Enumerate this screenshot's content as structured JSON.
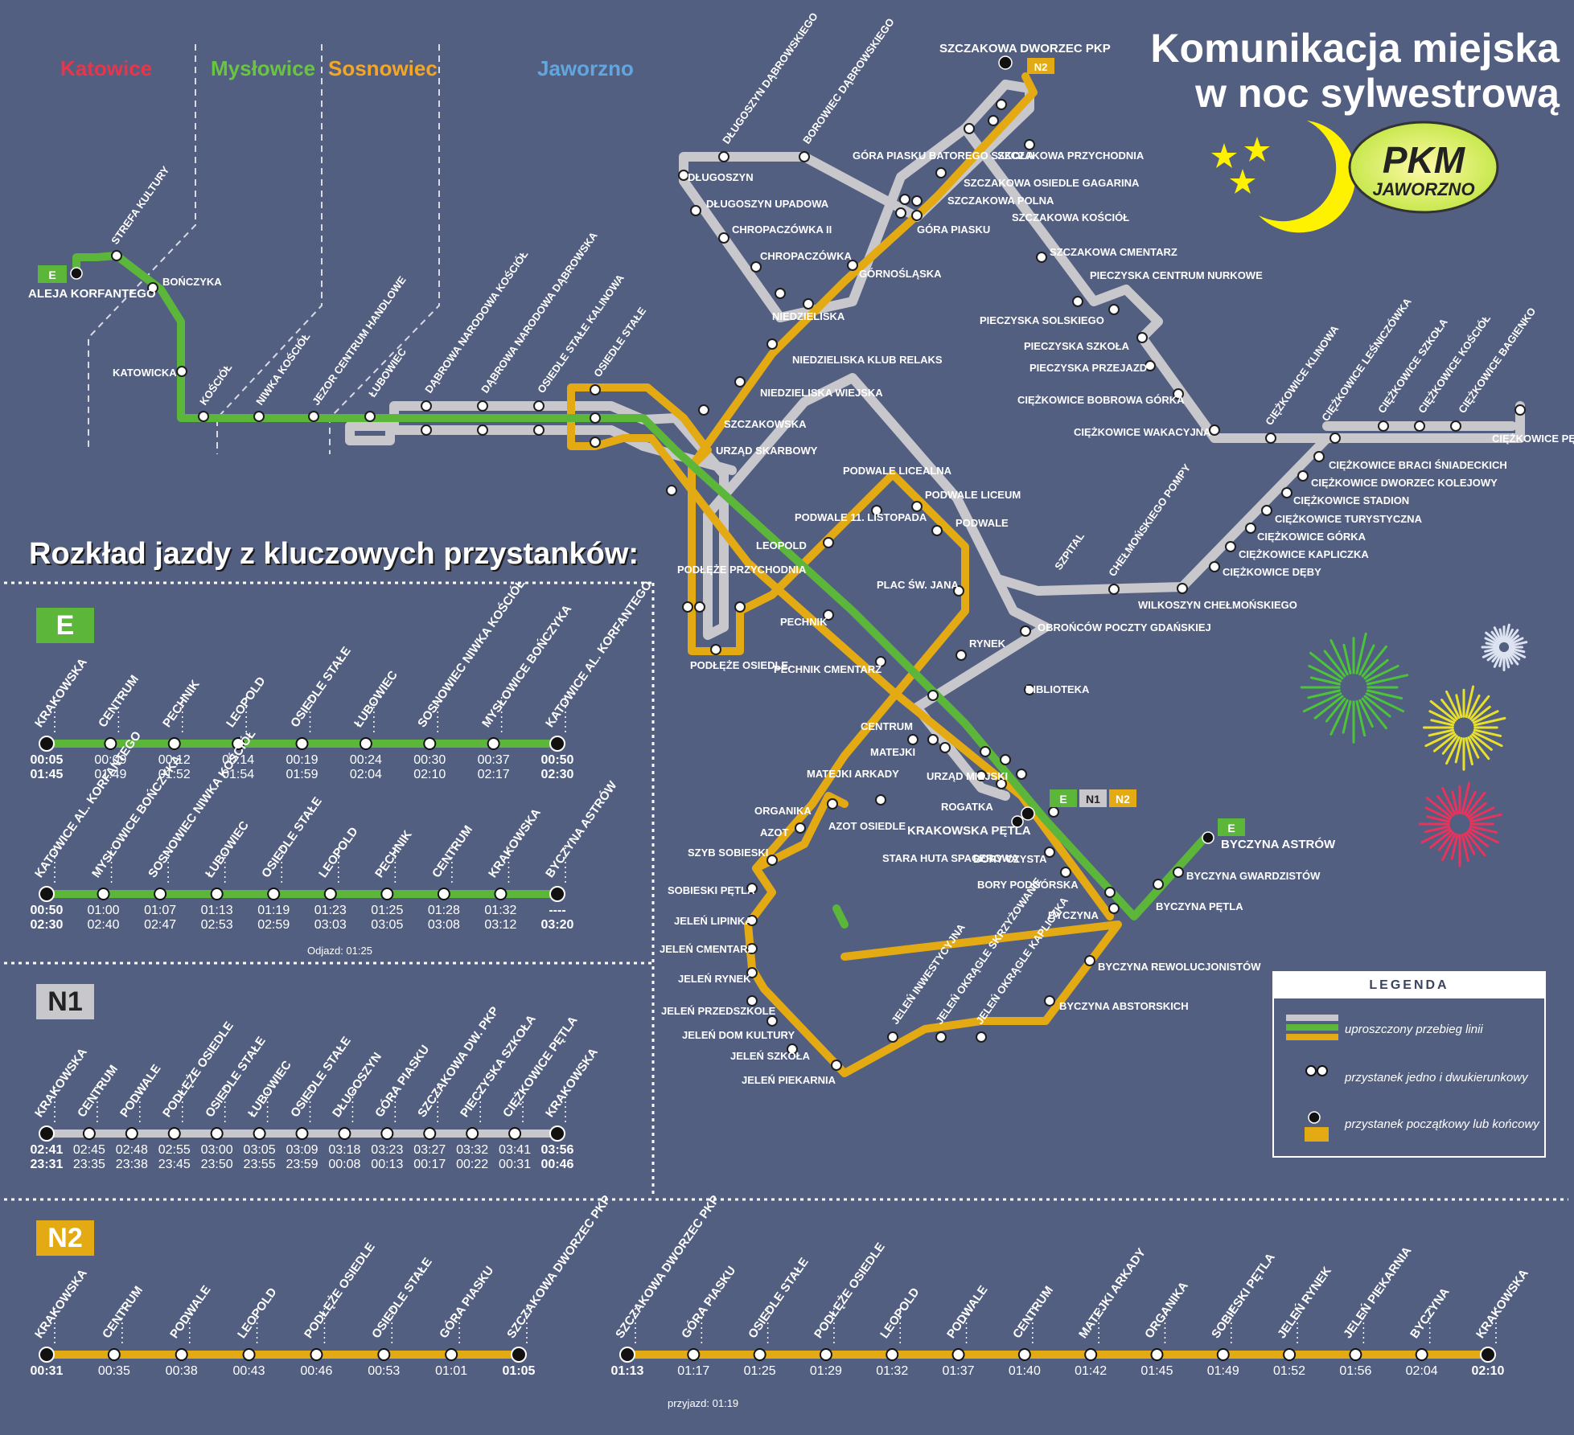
{
  "title": {
    "line1": "Komunikacja miejska",
    "line2": "w noc sylwestrową"
  },
  "logo": {
    "top": "PKM",
    "bottom": "JAWORZNO"
  },
  "cities": [
    {
      "name": "Katowice",
      "color": "#e8354a"
    },
    {
      "name": "Mysłowice",
      "color": "#69c442"
    },
    {
      "name": "Sosnowiec",
      "color": "#f5a623"
    },
    {
      "name": "Jaworzno",
      "color": "#62a6e0"
    }
  ],
  "colors": {
    "E": "#5cb63a",
    "N1": "#c8c8cc",
    "N2": "#e3aa13",
    "background": "#535f80"
  },
  "map_labels": {
    "terminal_e_start": "ALEJA KORFANTEGO",
    "strefa": "STREFA KULTURY",
    "bonczyka": "BOŃCZYKA",
    "katowicka": "KATOWICKA",
    "kosciol": "KOŚCIÓŁ",
    "niwka": "NIWKA KOŚCIÓŁ",
    "jezor": "JEZOR CENTRUM HANDLOWE",
    "lubowiec": "ŁUBOWIEC",
    "dnk": "DĄBROWA NARODOWA KOŚCIÓŁ",
    "dnd": "DĄBROWA NARODOWA DĄBROWSKA",
    "osk": "OSIEDLE STAŁE KALINOWA",
    "os": "OSIEDLE STAŁE",
    "szczakowa_pkp": "SZCZAKOWA DWORZEC PKP",
    "przychodnia": "SZCZAKOWA PRZYCHODNIA",
    "gagarina": "SZCZAKOWA OSIEDLE GAGARINA",
    "polna": "SZCZAKOWA POLNA",
    "szcz_kosciol": "SZCZAKOWA KOŚCIÓŁ",
    "cmentarz": "SZCZAKOWA CMENTARZ",
    "nurkowe": "PIECZYSKA CENTRUM NURKOWE",
    "solskiego": "PIECZYSKA SOLSKIEGO",
    "szkola": "PIECZYSKA SZKOŁA",
    "przejazd": "PIECZYSKA PRZEJAZD",
    "bobrowa": "CIĘŻKOWICE BOBROWA GÓRKA",
    "wakacyjna": "CIĘŻKOWICE WAKACYJNA",
    "klinowa": "CIĘŻKOWICE KLINOWA",
    "lesniczowka": "CIĘŻKOWICE LEŚNICZÓWKA",
    "c_szkola": "CIĘŻKOWICE SZKOŁA",
    "c_kosciol": "CIĘŻKOWICE KOŚCIÓŁ",
    "bagienko": "CIĘŻKOWICE BAGIENKO",
    "c_petla": "CIĘŻKOWICE PĘTLA",
    "braci": "CIĘŻKOWICE BRACI ŚNIADECKICH",
    "dworzec": "CIĘŻKOWICE DWORZEC KOLEJOWY",
    "stadion": "CIĘŻKOWICE STADION",
    "turystyczna": "CIĘŻKOWICE TURYSTYCZNA",
    "gorka": "CIĘŻKOWICE GÓRKA",
    "kapliczka": "CIĘŻKOWICE KAPLICZKA",
    "deby": "CIĘŻKOWICE DĘBY",
    "dlugoszyn_d": "DŁUGOSZYN DĄBROWSKIEGO",
    "borowiec": "BOROWIEC DĄBROWSKIEGO",
    "dlugoszyn": "DŁUGOSZYN",
    "upadowa": "DŁUGOSZYN UPADOWA",
    "chrop2": "CHROPACZÓWKA II",
    "chrop": "CHROPACZÓWKA",
    "gpb": "GÓRA PIASKU BATOREGO SZKOŁA",
    "gp": "GÓRA PIASKU",
    "gornoslaska": "GÓRNOŚLĄSKA",
    "niedzieliska": "NIEDZIELISKA",
    "relaks": "NIEDZIELISKA KLUB RELAKS",
    "wiejska": "NIEDZIELISKA WIEJSKA",
    "szczakowska": "SZCZAKOWSKA",
    "urzad_sk": "URZĄD SKARBOWY",
    "podwale_lic": "PODWALE LICEALNA",
    "podwale_liceum": "PODWALE LICEUM",
    "podwale": "PODWALE",
    "podwale11": "PODWALE 11. LISTOPADA",
    "leopold": "LEOPOLD",
    "podleze_p": "PODŁĘŻE PRZYCHODNIA",
    "podleze_o": "PODŁĘŻE OSIEDLE",
    "pechnik": "PECHNIK",
    "pechnik_c": "PECHNIK CMENTARZ",
    "plac": "PLAC ŚW. JANA",
    "rynek": "RYNEK",
    "szpital": "SZPITAL",
    "pompy": "CHEŁMOŃSKIEGO POMPY",
    "wilkoszyn": "WILKOSZYN CHEŁMOŃSKIEGO",
    "obroncow": "OBROŃCÓW POCZTY GDAŃSKIEJ",
    "biblioteka": "BIBLIOTEKA",
    "centrum": "CENTRUM",
    "matejki": "MATEJKI",
    "matejki_a": "MATEJKI ARKADY",
    "urzad_m": "URZĄD MIEJSKI",
    "rogatka": "ROGATKA",
    "krakowska_p": "KRAKOWSKA PĘTLA",
    "organika": "ORGANIKA",
    "azot": "AZOT",
    "azot_o": "AZOT OSIEDLE",
    "stara_huta": "STARA HUTA SPACEROWA",
    "szyb": "SZYB SOBIESKI",
    "sob_petla": "SOBIESKI PĘTLA",
    "lipinka": "JELEŃ LIPINKA",
    "jel_cm": "JELEŃ CMENTARZ",
    "jel_rynek": "JELEŃ RYNEK",
    "jel_przedszkole": "JELEŃ PRZEDSZKOLE",
    "jel_dk": "JELEŃ DOM KULTURY",
    "jel_szkola": "JELEŃ SZKOŁA",
    "jel_piekarnia": "JELEŃ PIEKARNIA",
    "jel_inw": "JELEŃ INWESTYCYJNA",
    "jel_skrz": "JELEŃ OKRĄGLE SKRZYŻOWANIE",
    "jel_kap": "JELEŃ OKRĄGLE KAPLICZKA",
    "bory_c": "BORY CZYSTA",
    "bory_p": "BORY PODGÓRSKA",
    "byczyna": "BYCZYNA",
    "byczyna_rew": "BYCZYNA REWOLUCJONISTÓW",
    "byczyna_abst": "BYCZYNA ABSTORSKICH",
    "byczyna_astrow": "BYCZYNA ASTRÓW",
    "byczyna_gw": "BYCZYNA GWARDZISTÓW",
    "byczyna_p": "BYCZYNA PĘTLA"
  },
  "line_codes": {
    "E": "E",
    "N1": "N1",
    "N2": "N2"
  },
  "schedule_title": "Rozkład jazdy z kluczowych przystanków:",
  "legend": {
    "heading": "LEGENDA",
    "row1": "uproszczony przebieg linii",
    "row2": "przystanek jedno i dwukierunkowy",
    "row3": "przystanek początkowy lub końcowy"
  },
  "timetables": {
    "E1": {
      "stops": [
        "KRAKOWSKA",
        "CENTRUM",
        "PECHNIK",
        "LEOPOLD",
        "OSIEDLE STAŁE",
        "ŁUBOWIEC",
        "SOSNOWIEC NIWKA KOŚCIÓŁ",
        "MYSŁOWICE BOŃCZYKA",
        "KATOWICE AL. KORFANTEGO"
      ],
      "t1": [
        "00:05",
        "00:09",
        "00:12",
        "00:14",
        "00:19",
        "00:24",
        "00:30",
        "00:37",
        "00:50"
      ],
      "t2": [
        "01:45",
        "01:49",
        "01:52",
        "01:54",
        "01:59",
        "02:04",
        "02:10",
        "02:17",
        "02:30"
      ]
    },
    "E2": {
      "stops": [
        "KATOWICE AL. KORFANTEGO",
        "MYSŁOWICE BOŃCZYKA",
        "SOSNOWIEC NIWKA KOŚCIÓŁ",
        "ŁUBOWIEC",
        "OSIEDLE STAŁE",
        "LEOPOLD",
        "PECHNIK",
        "CENTRUM",
        "KRAKOWSKA",
        "BYCZYNA ASTRÓW"
      ],
      "t1": [
        "00:50",
        "01:00",
        "01:07",
        "01:13",
        "01:19",
        "01:23",
        "01:25",
        "01:28",
        "01:32",
        "----"
      ],
      "t2": [
        "02:30",
        "02:40",
        "02:47",
        "02:53",
        "02:59",
        "03:03",
        "03:05",
        "03:08",
        "03:12",
        "03:20"
      ],
      "note": "Odjazd: 01:25"
    },
    "N1": {
      "stops": [
        "KRAKOWSKA",
        "CENTRUM",
        "PODWALE",
        "PODŁĘŻE OSIEDLE",
        "OSIEDLE STAŁE",
        "ŁUBOWIEC",
        "OSIEDLE STAŁE",
        "DŁUGOSZYN",
        "GÓRA PIASKU",
        "SZCZAKOWA DW. PKP",
        "PIECZYSKA SZKOŁA",
        "CIĘŻKOWICE PĘTLA",
        "KRAKOWSKA"
      ],
      "t1": [
        "02:41",
        "02:45",
        "02:48",
        "02:55",
        "03:00",
        "03:05",
        "03:09",
        "03:18",
        "03:23",
        "03:27",
        "03:32",
        "03:41",
        "03:56"
      ],
      "t2": [
        "23:31",
        "23:35",
        "23:38",
        "23:45",
        "23:50",
        "23:55",
        "23:59",
        "00:08",
        "00:13",
        "00:17",
        "00:22",
        "00:31",
        "00:46"
      ]
    },
    "N2a": {
      "stops": [
        "KRAKOWSKA",
        "CENTRUM",
        "PODWALE",
        "LEOPOLD",
        "PODŁĘŻE OSIEDLE",
        "OSIEDLE STAŁE",
        "GÓRA PIASKU",
        "SZCZAKOWA DWORZEC PKP"
      ],
      "t1": [
        "00:31",
        "00:35",
        "00:38",
        "00:43",
        "00:46",
        "00:53",
        "01:01",
        "01:05"
      ]
    },
    "N2b": {
      "stops": [
        "SZCZAKOWA DWORZEC PKP",
        "GÓRA PIASKU",
        "OSIEDLE STAŁE",
        "PODŁĘŻE OSIEDLE",
        "LEOPOLD",
        "PODWALE",
        "CENTRUM",
        "MATEJKI ARKADY",
        "ORGANIKA",
        "SOBIESKI PĘTLA",
        "JELEŃ RYNEK",
        "JELEŃ PIEKARNIA",
        "BYCZYNA",
        "KRAKOWSKA"
      ],
      "t1": [
        "01:13",
        "01:17",
        "01:25",
        "01:29",
        "01:32",
        "01:37",
        "01:40",
        "01:42",
        "01:45",
        "01:49",
        "01:52",
        "01:56",
        "02:04",
        "02:10"
      ],
      "note": "przyjazd: 01:19"
    }
  }
}
